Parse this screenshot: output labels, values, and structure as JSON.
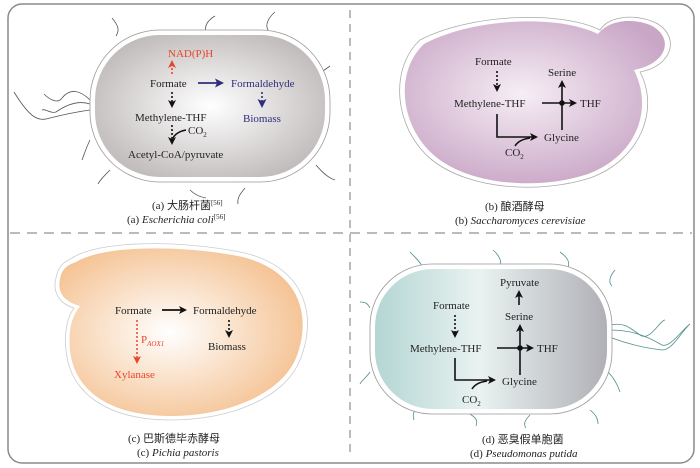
{
  "panels": {
    "a": {
      "caption_cn": "(a) 大肠杆菌",
      "caption_cn_ref": "[56]",
      "caption_en_prefix": "(a) ",
      "caption_en_species": "Escherichia coli",
      "caption_en_ref": "[56]",
      "nodes": {
        "nadph": "NAD(P)H",
        "formate": "Formate",
        "formaldehyde": "Formaldehyde",
        "methylene_thf": "Methylene-THF",
        "biomass": "Biomass",
        "co2": "CO",
        "co2_sub": "2",
        "acetyl": "Acetyl-CoA/pyruvate"
      },
      "colors": {
        "nadph": "#e8452c",
        "formaldehyde_path": "#2e2e7a",
        "cell": "#c9c4c4"
      }
    },
    "b": {
      "caption_cn": "(b) 酿酒酵母",
      "caption_en_prefix": "(b) ",
      "caption_en_species": "Saccharomyces cerevisiae",
      "nodes": {
        "formate": "Formate",
        "serine": "Serine",
        "methylene_thf": "Methylene-THF",
        "thf": "THF",
        "glycine": "Glycine",
        "co2": "CO",
        "co2_sub": "2"
      },
      "colors": {
        "cell": "#d2b4cf"
      }
    },
    "c": {
      "caption_cn": "(c) 巴斯德毕赤酵母",
      "caption_en_prefix": "(c) ",
      "caption_en_species": "Pichia pastoris",
      "nodes": {
        "formate": "Formate",
        "formaldehyde": "Formaldehyde",
        "biomass": "Biomass",
        "promoter": "P",
        "promoter_sub": "AOX1",
        "xylanase": "Xylanase"
      },
      "colors": {
        "xylanase": "#e8452c",
        "cell": "#f6c99a"
      }
    },
    "d": {
      "caption_cn": "(d) 恶臭假单胞菌",
      "caption_en_prefix": "(d) ",
      "caption_en_species": "Pseudomonas putida",
      "nodes": {
        "pyruvate": "Pyruvate",
        "formate": "Formate",
        "serine": "Serine",
        "methylene_thf": "Methylene-THF",
        "thf": "THF",
        "glycine": "Glycine",
        "co2": "CO",
        "co2_sub": "2"
      },
      "colors": {
        "cell": "#b9d6d3"
      }
    }
  }
}
